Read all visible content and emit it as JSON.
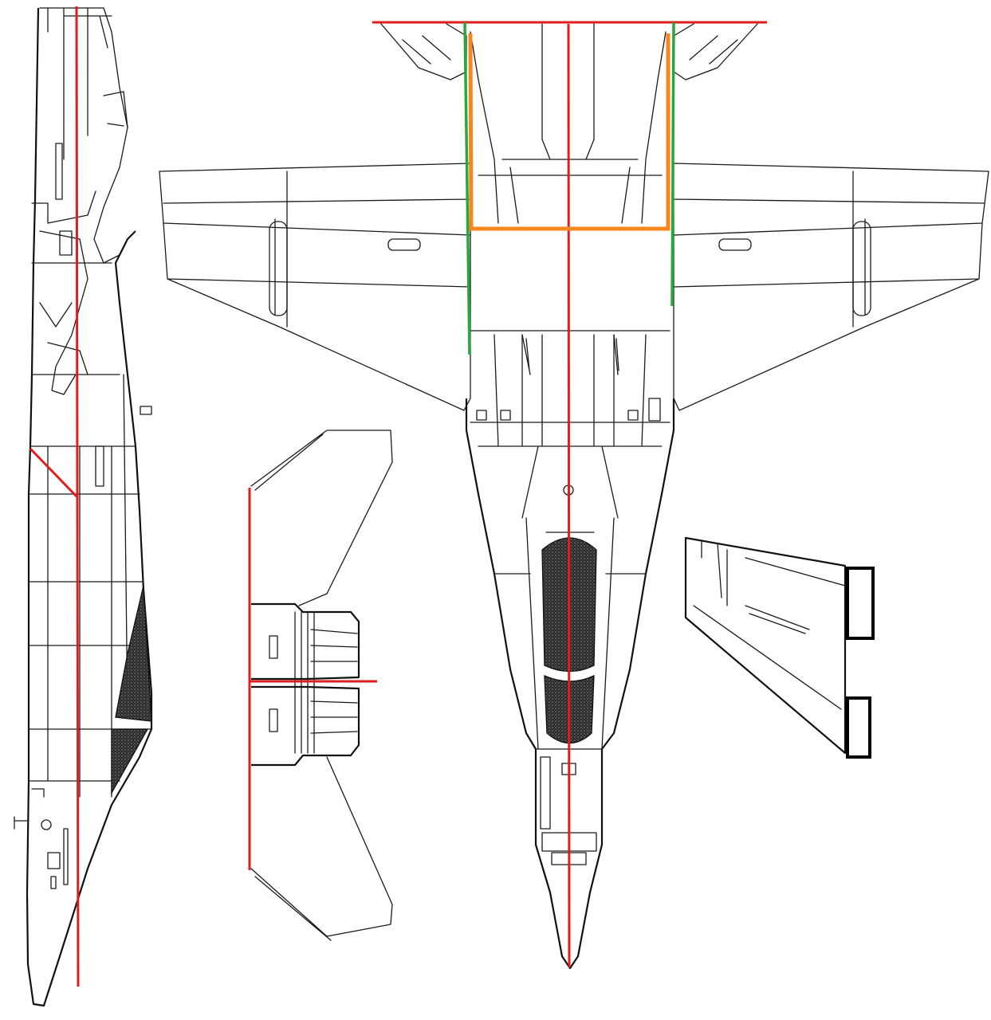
{
  "diagram": {
    "views": [
      {
        "id": "side-view",
        "label": ""
      },
      {
        "id": "top-view",
        "label": ""
      },
      {
        "id": "engine-nozzle-detail",
        "label": ""
      },
      {
        "id": "tail-fin-detail",
        "label": ""
      }
    ],
    "reference_marks": {
      "red": "#e21d1d",
      "green": "#27a83a",
      "orange": "#f7861e"
    },
    "line_color": "#1a1a1a",
    "hatch_color": "#111111",
    "background": "#ffffff"
  }
}
